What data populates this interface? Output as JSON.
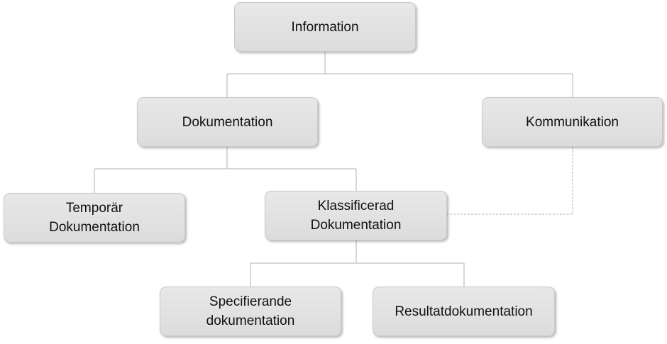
{
  "nodes": {
    "information": "Information",
    "dokumentation": "Dokumentation",
    "kommunikation": "Kommunikation",
    "temporar": "Temporär\nDokumentation",
    "klassificerad": "Klassificerad\nDokumentation",
    "specifierande": "Specifierande\ndokumentation",
    "resultat": "Resultatdokumentation"
  },
  "colors": {
    "node_fill": "#e0e0e0",
    "connector": "#b0b0b0",
    "text": "#111111"
  }
}
